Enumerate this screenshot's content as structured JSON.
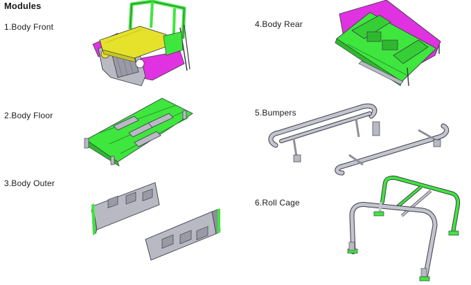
{
  "document": {
    "heading": "Modules",
    "modules": [
      {
        "label": "1.Body Front"
      },
      {
        "label": "2.Body Floor"
      },
      {
        "label": "3.Body Outer"
      },
      {
        "label": "4.Body Rear"
      },
      {
        "label": "5.Bumpers"
      },
      {
        "label": "6.Roll Cage"
      }
    ]
  },
  "colors": {
    "green": "#3ee63e",
    "magenta": "#e032e0",
    "yellow": "#e6e22c",
    "grey": "#b9b9c3",
    "dark_outline": "#3b3b46"
  }
}
